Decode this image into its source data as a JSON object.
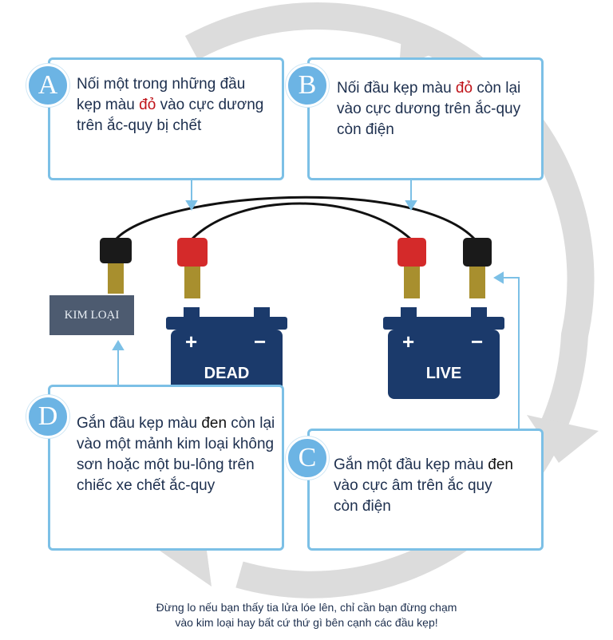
{
  "steps": {
    "a": {
      "letter": "A",
      "pre": "Nối một trong những đầu kẹp màu ",
      "emph": "đỏ",
      "post": " vào cực dương trên ắc-quy bị chết"
    },
    "b": {
      "letter": "B",
      "pre": "Nối đầu kẹp màu ",
      "emph": "đỏ",
      "post": " còn lại vào cực dương trên ắc-quy còn điện"
    },
    "c": {
      "letter": "C",
      "pre": "Gắn một đầu kẹp màu ",
      "emph": "đen",
      "post": " vào cực âm trên ắc quy còn điện"
    },
    "d": {
      "letter": "D",
      "pre": "Gắn đầu kẹp màu ",
      "emph": "đen",
      "post": " còn lại vào một mảnh kim loại không sơn hoặc một bu-lông trên chiếc xe chết ắc-quy"
    }
  },
  "metal_label": "KIM LOẠI",
  "batteries": {
    "dead": {
      "label": "DEAD",
      "plus": "+",
      "minus": "−"
    },
    "live": {
      "label": "LIVE",
      "plus": "+",
      "minus": "−"
    }
  },
  "note": {
    "line1": "Đừng lo nếu bạn thấy tia lửa lóe lên, chỉ cần bạn đừng chạm",
    "line2": "vào kim loại hay bất cứ thứ gì bên cạnh các đầu kẹp!"
  },
  "colors": {
    "box_border": "#7cc0e6",
    "battery": "#1b3a6b",
    "arrow": "#d9d9d9",
    "red_text": "#c0141a"
  }
}
